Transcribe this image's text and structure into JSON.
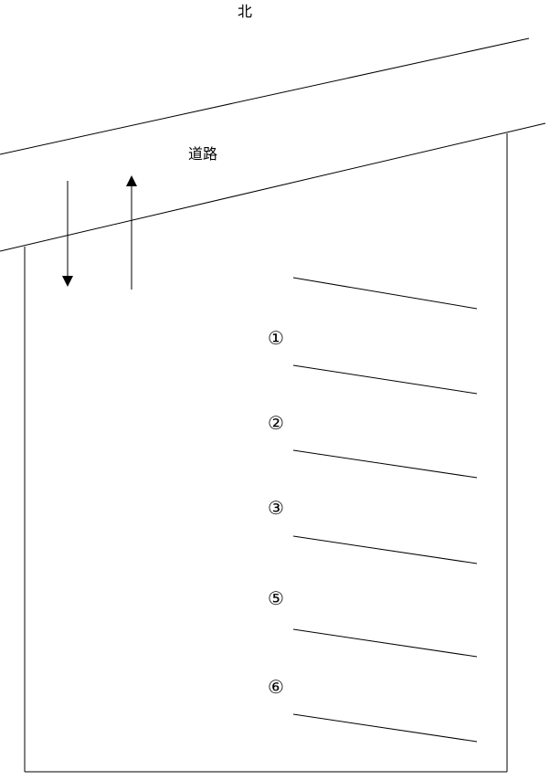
{
  "compass": {
    "north_label": "北"
  },
  "road": {
    "label": "道路"
  },
  "traffic": {
    "arrows": [
      "down-arrow-icon",
      "up-arrow-icon"
    ]
  },
  "parking": {
    "labels": [
      "①",
      "②",
      "③",
      "⑤",
      "⑥"
    ]
  }
}
